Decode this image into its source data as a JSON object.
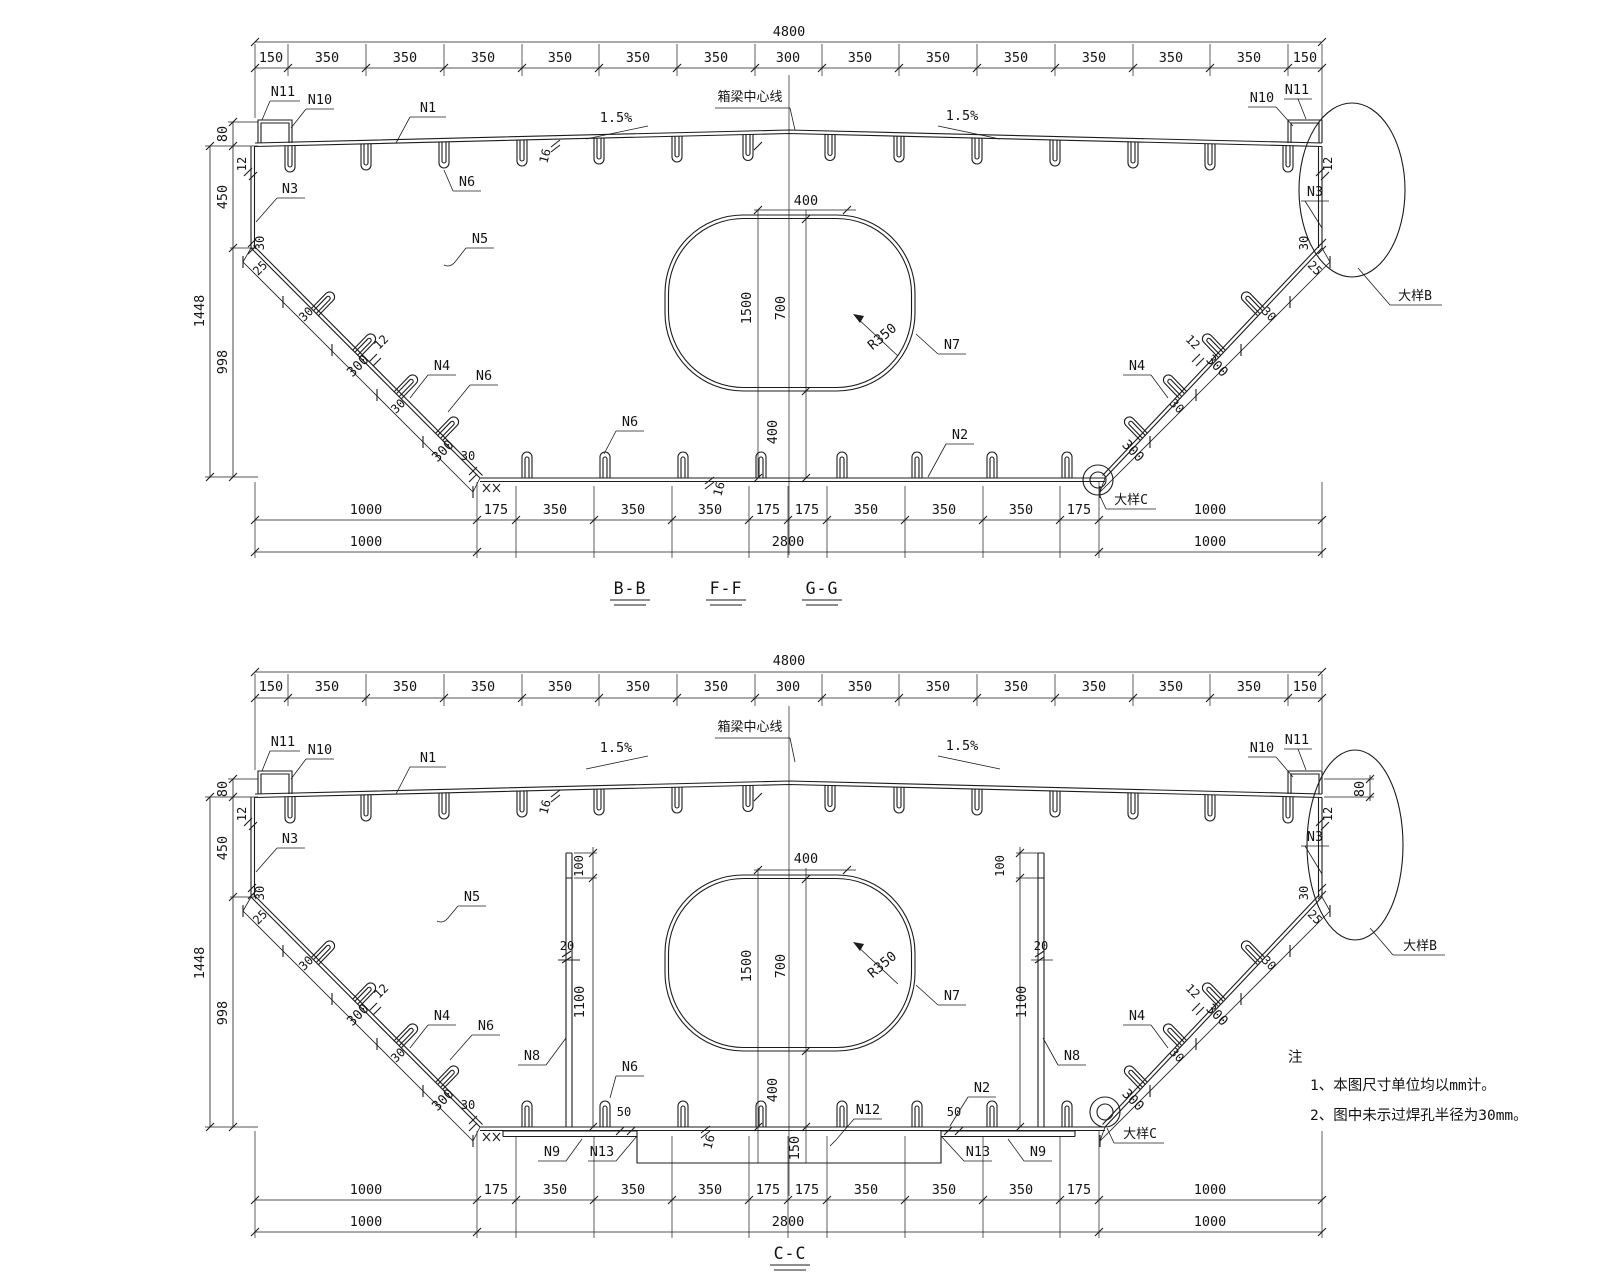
{
  "d": {
    "overall": "4800",
    "chain": [
      "150",
      "350",
      "350",
      "350",
      "350",
      "350",
      "350",
      "300",
      "350",
      "350",
      "350",
      "350",
      "350",
      "350",
      "150"
    ],
    "bot1": [
      "1000",
      "175",
      "350",
      "350",
      "350",
      "175",
      "175",
      "350",
      "350",
      "350",
      "175",
      "1000"
    ],
    "bot2": [
      "1000",
      "2800",
      "1000"
    ],
    "v": [
      "80",
      "450",
      "998",
      "1448"
    ],
    "th12": "12",
    "th16": "16",
    "d30": "30",
    "d25": "25",
    "d300": "300",
    "t20": "20",
    "t50": "50",
    "t80": "80",
    "t100": "100",
    "t150": "150",
    "t400": "400",
    "t700": "700",
    "t1100": "1100",
    "t1500": "1500",
    "r350": "R350"
  },
  "l": {
    "n1": "N1",
    "n2": "N2",
    "n3": "N3",
    "n4": "N4",
    "n5": "N5",
    "n6": "N6",
    "n7": "N7",
    "n8": "N8",
    "n9": "N9",
    "n10": "N10",
    "n11": "N11",
    "n12": "N12",
    "n13": "N13",
    "cl": "箱梁中心线",
    "slope": "1.5%",
    "db": "大样B",
    "dc": "大样C"
  },
  "titles": {
    "bb": "B-B",
    "ff": "F-F",
    "gg": "G-G",
    "cc": "C-C"
  },
  "notes": {
    "h": "注",
    "i1": "1、本图尺寸单位均以mm计。",
    "i2": "2、图中未示过焊孔半径为30mm。"
  }
}
